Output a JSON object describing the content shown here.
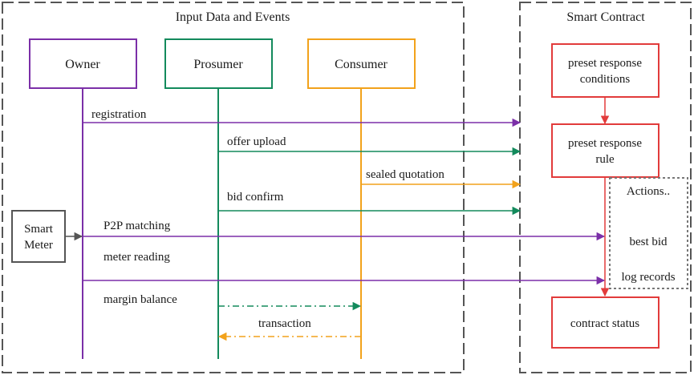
{
  "panels": {
    "input_title": "Input Data and Events",
    "contract_title": "Smart Contract"
  },
  "actors": {
    "owner": "Owner",
    "prosumer": "Prosumer",
    "consumer": "Consumer"
  },
  "meter": {
    "line1": "Smart",
    "line2": "Meter"
  },
  "contract_boxes": {
    "conditions_line1": "preset response",
    "conditions_line2": "conditions",
    "rule_line1": "preset response",
    "rule_line2": "rule",
    "status": "contract status"
  },
  "actions": {
    "title": "Actions..",
    "item1": "best bid",
    "item2": "log records"
  },
  "messages": {
    "registration": "registration",
    "offer_upload": "offer upload",
    "sealed_quotation": "sealed quotation",
    "bid_confirm": "bid confirm",
    "p2p_matching": "P2P matching",
    "meter_reading": "meter reading",
    "margin_balance": "margin balance",
    "transaction": "transaction"
  },
  "colors": {
    "owner": "#7b2fa8",
    "prosumer": "#138a5c",
    "consumer": "#f2a21b",
    "contract": "#e23b3b",
    "meter": "#555555",
    "panel_border": "#555555",
    "actions_border": "#777777"
  }
}
